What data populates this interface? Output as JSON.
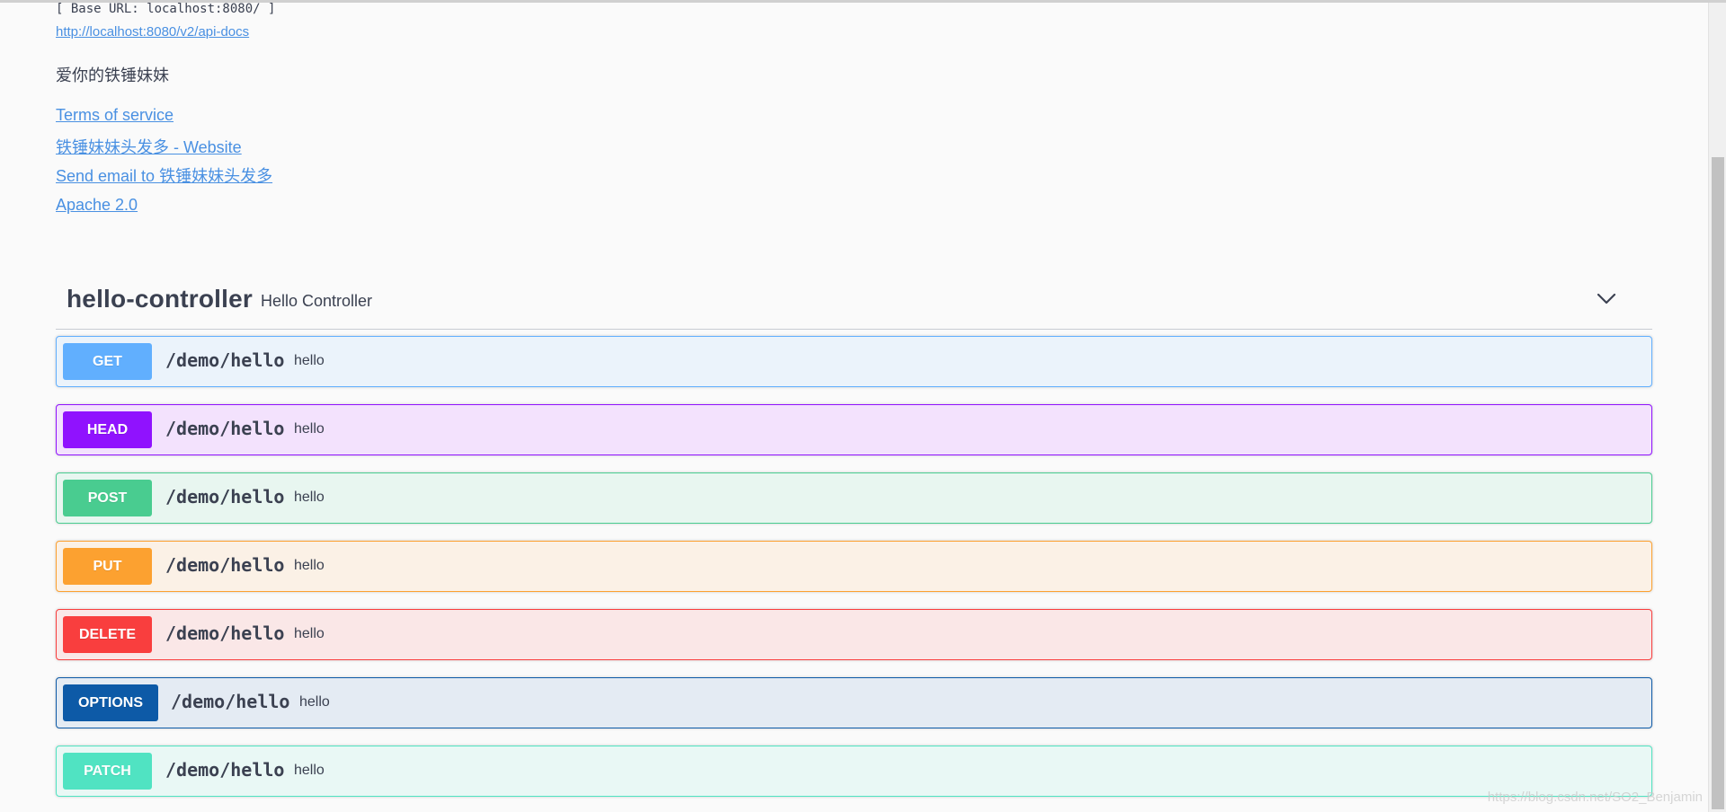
{
  "info": {
    "base_url": "[ Base URL: localhost:8080/ ]",
    "api_docs_link": "http://localhost:8080/v2/api-docs",
    "description": "爱你的铁锤妹妹",
    "terms_of_service": "Terms of service",
    "website": "铁锤妹妹头发多 - Website",
    "email": "Send email to 铁锤妹妹头发多",
    "license": "Apache 2.0"
  },
  "tag": {
    "name": "hello-controller",
    "description": "Hello Controller",
    "toggle_icon": "chevron-down-icon"
  },
  "operations": [
    {
      "method": "GET",
      "path": "/demo/hello",
      "summary": "hello",
      "method_color": "#61affe",
      "bg_color": "#ebf3fb",
      "border_color": "#61affe"
    },
    {
      "method": "HEAD",
      "path": "/demo/hello",
      "summary": "hello",
      "method_color": "#9012fe",
      "bg_color": "#f3e2fd",
      "border_color": "#9012fe"
    },
    {
      "method": "POST",
      "path": "/demo/hello",
      "summary": "hello",
      "method_color": "#49cc90",
      "bg_color": "#e8f6f0",
      "border_color": "#49cc90"
    },
    {
      "method": "PUT",
      "path": "/demo/hello",
      "summary": "hello",
      "method_color": "#fca130",
      "bg_color": "#fbf1e6",
      "border_color": "#fca130"
    },
    {
      "method": "DELETE",
      "path": "/demo/hello",
      "summary": "hello",
      "method_color": "#f93e3e",
      "bg_color": "#fae7e7",
      "border_color": "#f93e3e"
    },
    {
      "method": "OPTIONS",
      "path": "/demo/hello",
      "summary": "hello",
      "method_color": "#0d5aa7",
      "bg_color": "#e4ebf3",
      "border_color": "#0d5aa7"
    },
    {
      "method": "PATCH",
      "path": "/demo/hello",
      "summary": "hello",
      "method_color": "#50e3c2",
      "bg_color": "#e9f8f5",
      "border_color": "#50e3c2"
    }
  ],
  "watermark": "https://blog.csdn.net/SO2_Benjamin"
}
